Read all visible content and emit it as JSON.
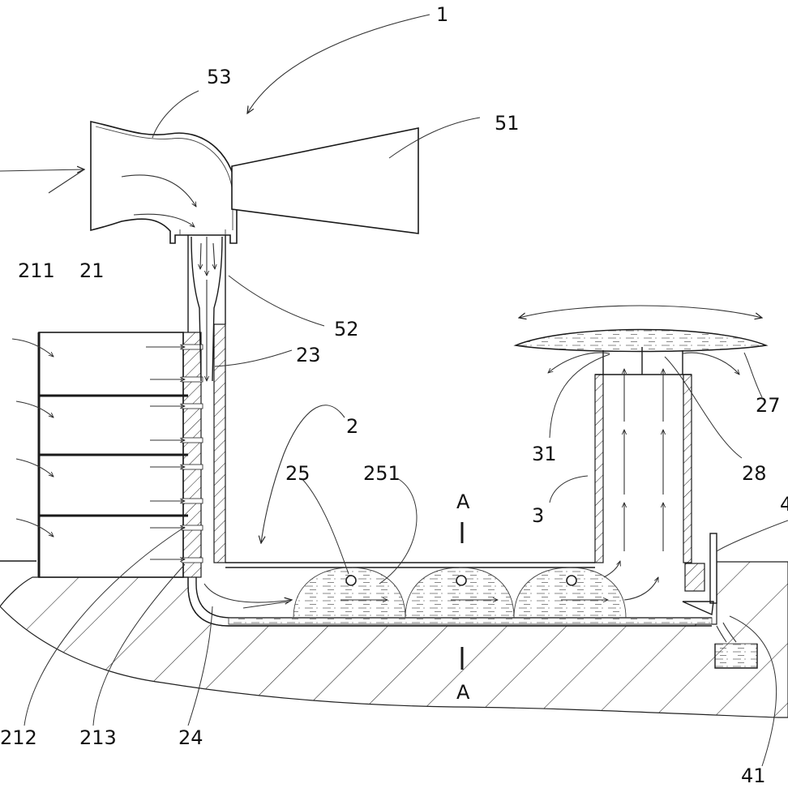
{
  "diagram": {
    "labels": {
      "l1": "1",
      "l53": "53",
      "l51": "51",
      "l211": "211",
      "l21": "21",
      "l52": "52",
      "l23": "23",
      "l2": "2",
      "l25": "25",
      "l251": "251",
      "lA_top": "A",
      "lA_bottom": "A",
      "l3": "3",
      "l31": "31",
      "l28": "28",
      "l27": "27",
      "l4": "4",
      "l212": "212",
      "l213": "213",
      "l24": "24",
      "l41": "41"
    }
  }
}
